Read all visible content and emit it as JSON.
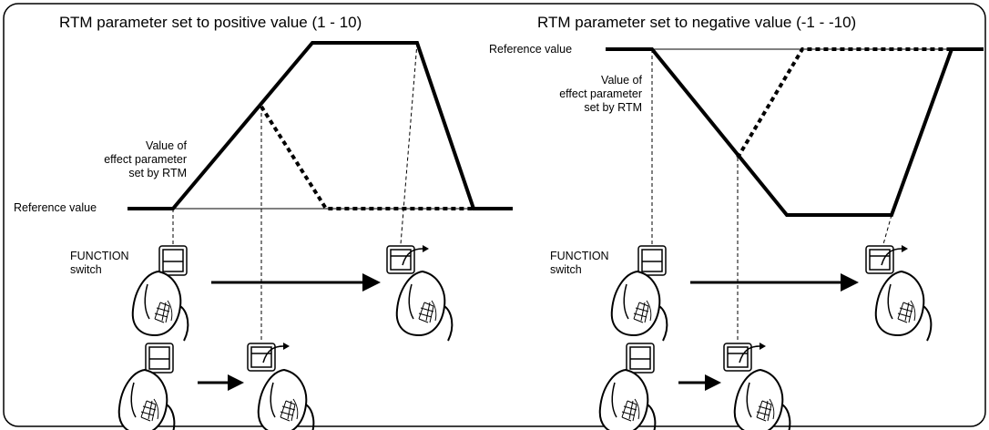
{
  "left_panel": {
    "title": "RTM parameter set to positive value (1 - 10)",
    "reference_label": "Reference value",
    "effect_label_lines": [
      "Value of",
      "effect parameter",
      "set by RTM"
    ],
    "function_switch_lines": [
      "FUNCTION",
      "switch"
    ]
  },
  "right_panel": {
    "title": "RTM parameter set to negative value (-1 - -10)",
    "reference_label": "Reference value",
    "effect_label_lines": [
      "Value of",
      "effect parameter",
      "set by RTM"
    ],
    "function_switch_lines": [
      "FUNCTION",
      "switch"
    ]
  },
  "icons": {
    "switch": "function-switch-icon",
    "switch_pressed": "function-switch-pressed-icon",
    "hand": "pressing-finger-icon",
    "arrow": "right-arrow-icon"
  }
}
